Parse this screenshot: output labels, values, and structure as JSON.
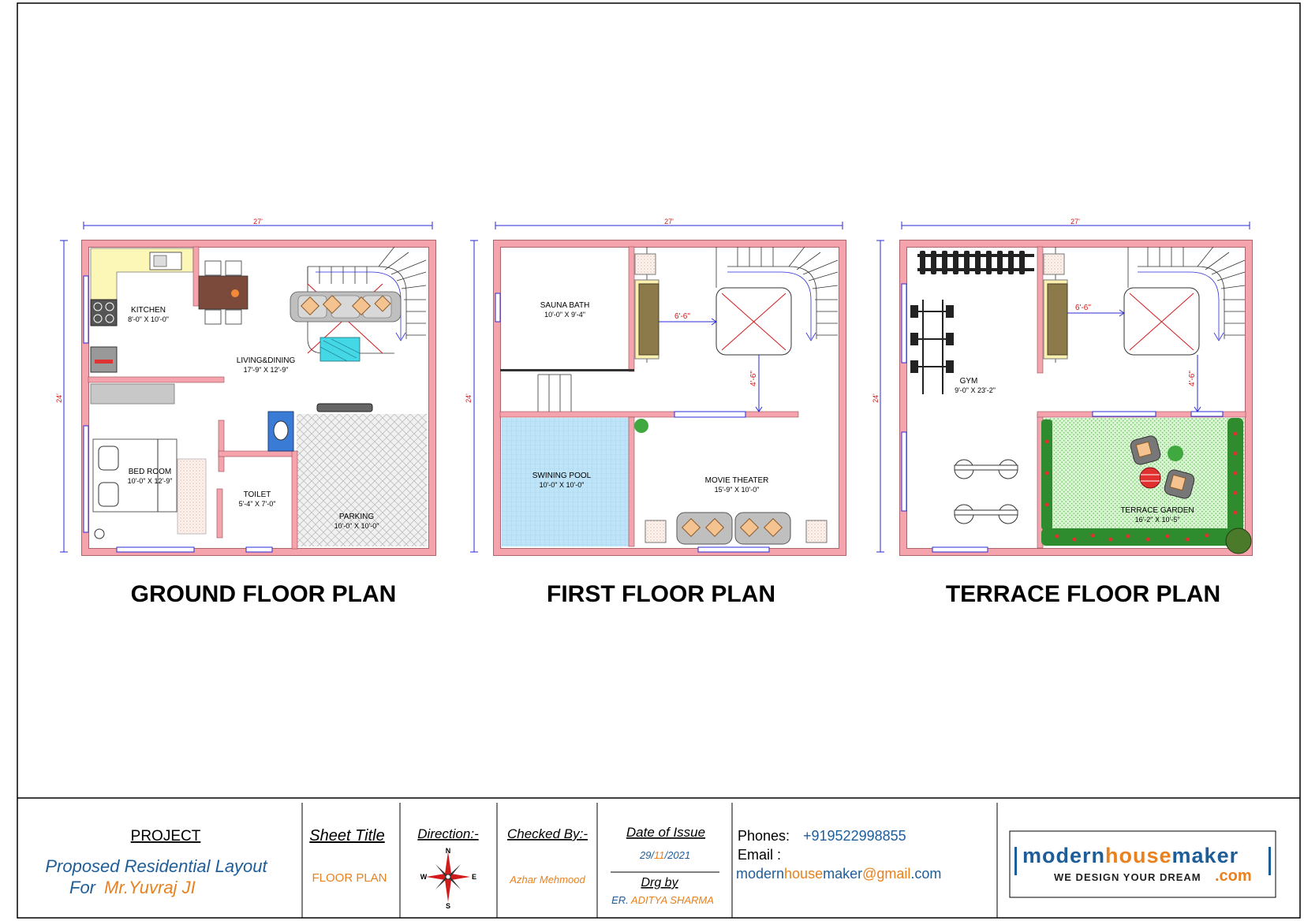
{
  "plans": [
    {
      "title": "GROUND FLOOR PLAN",
      "dim_width": "27'",
      "dim_height": "24'",
      "rooms": [
        {
          "name": "KITCHEN",
          "size": "8'-0\" X 10'-0\""
        },
        {
          "name": "LIVING&DINING",
          "size": "17'-9\" X 12'-9\""
        },
        {
          "name": "BED ROOM",
          "size": "10'-0\" X 12'-9\""
        },
        {
          "name": "TOILET",
          "size": "5'-4\" X 7'-0\""
        },
        {
          "name": "PARKING",
          "size": "10'-0\" X 10'-0\""
        }
      ]
    },
    {
      "title": "FIRST FLOOR PLAN",
      "dim_width": "27'",
      "dim_height": "24'",
      "rooms": [
        {
          "name": "SAUNA BATH",
          "size": "10'-0\" X 9'-4\""
        },
        {
          "name": "SWINING POOL",
          "size": "10'-0\" X 10'-0\""
        },
        {
          "name": "MOVIE THEATER",
          "size": "15'-9\" X 10'-0\""
        }
      ],
      "dims": [
        "6'-6\"",
        "4'-6\""
      ]
    },
    {
      "title": "TERRACE FLOOR PLAN",
      "dim_width": "27'",
      "dim_height": "24'",
      "rooms": [
        {
          "name": "GYM",
          "size": "9'-0\" X 23'-2\""
        },
        {
          "name": "TERRACE GARDEN",
          "size": "16'-2\" X 10'-5\""
        }
      ],
      "dims": [
        "6'-6\"",
        "4'-6\""
      ]
    }
  ],
  "title_block": {
    "project_label": "PROJECT",
    "project_line1": "Proposed Residential Layout",
    "project_for": "For",
    "project_client": "Mr.Yuvraj JI",
    "sheet_title_label": "Sheet Title",
    "sheet_title": "FLOOR PLAN",
    "direction_label": "Direction:-",
    "checked_label": "Checked By:-",
    "checked_by": "Azhar Mehmood",
    "date_label": "Date of Issue",
    "date_day": "29/",
    "date_month": "11",
    "date_year": "/2021",
    "drg_label": "Drg by",
    "drg_prefix": "ER.",
    "drg_name": "ADITYA SHARMA",
    "phones_label": "Phones:",
    "phone": "+919522998855",
    "email_label": "Email :",
    "email_part1": "modern",
    "email_part2": "house",
    "email_part3": "maker",
    "email_part4": "@gmail",
    "email_part5": ".com",
    "logo_part1": "modern",
    "logo_part2": "house",
    "logo_part3": "maker",
    "logo_tagline": "WE DESIGN YOUR DREAM",
    "logo_com": ".com"
  },
  "colors": {
    "wall": "#f5a3ad",
    "wall_stroke": "#9a4a52",
    "dimension": "#2a2ad6",
    "dimension_text": "#d11a1a",
    "pool": "#bfe3f7",
    "garden": "#c9efc4",
    "parking": "#ececec",
    "kitchen": "#fcf7b6",
    "accent_orange": "#e8811e",
    "accent_blue": "#1f5d99"
  }
}
